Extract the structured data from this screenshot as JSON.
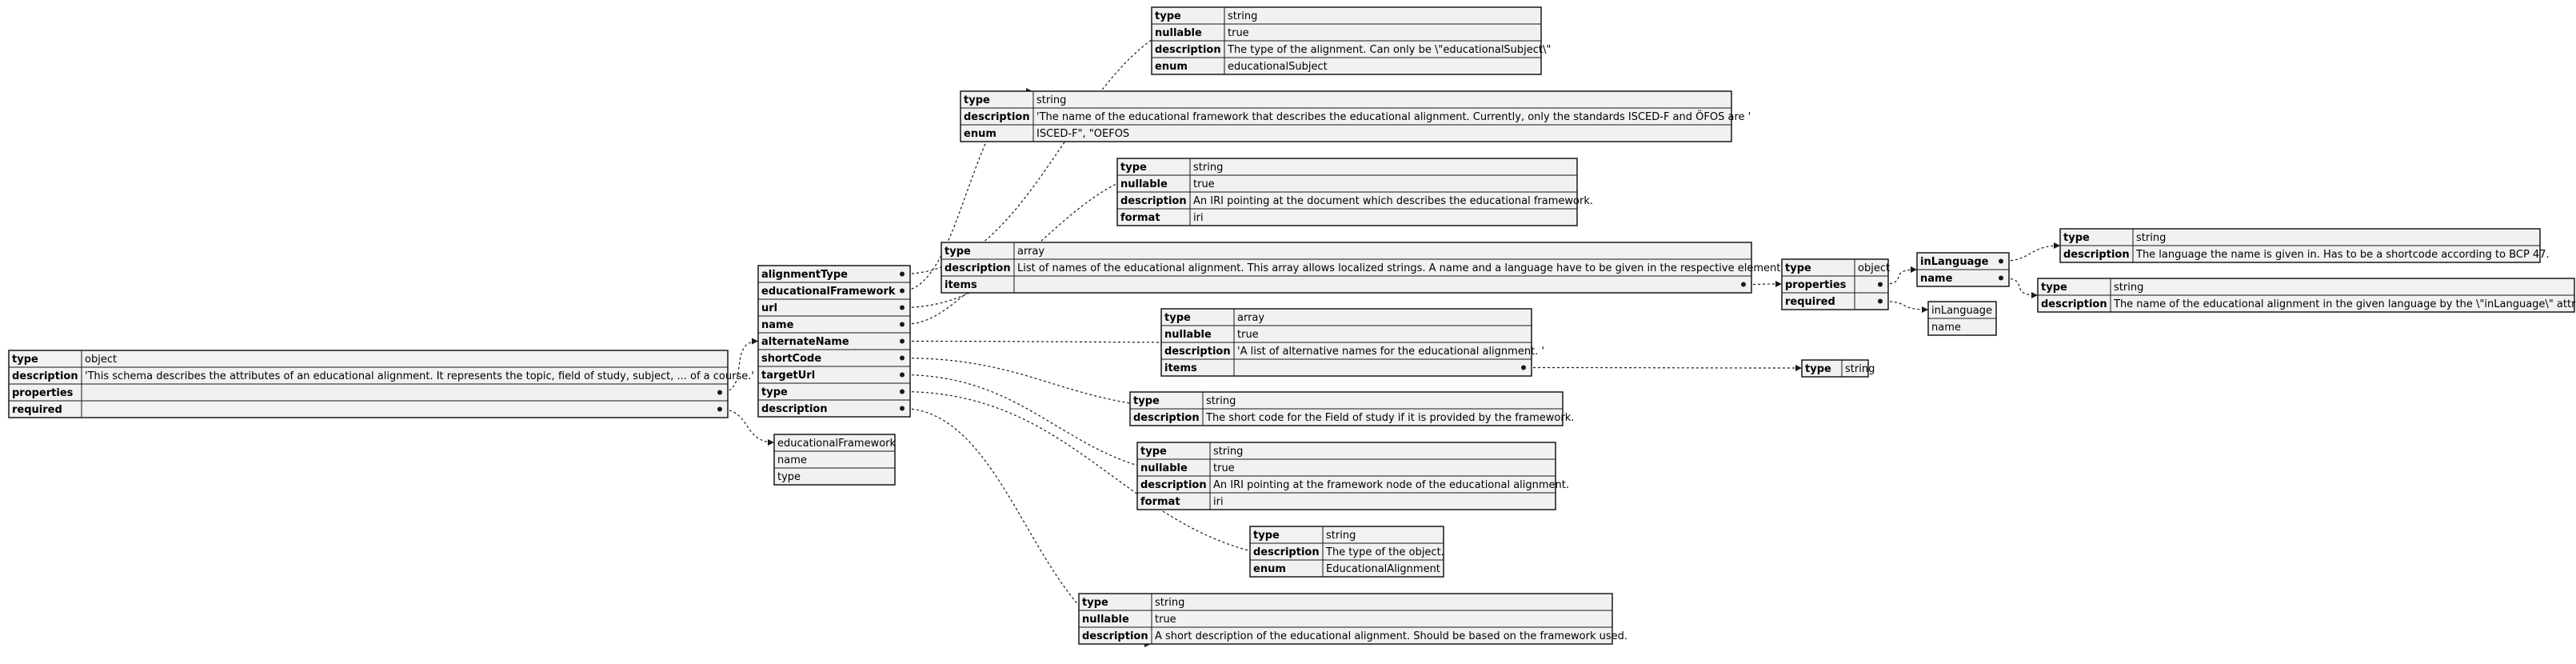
{
  "diagram": {
    "root": {
      "rows": [
        {
          "key": "type",
          "value": "object"
        },
        {
          "key": "description",
          "value": "'This schema describes the attributes of an educational alignment. It represents the topic, field of study, subject, ... of a course.'"
        },
        {
          "key": "properties",
          "value": ""
        },
        {
          "key": "required",
          "value": ""
        }
      ]
    },
    "root_required": [
      "educationalFramework",
      "name",
      "type"
    ],
    "properties": [
      "alignmentType",
      "educationalFramework",
      "url",
      "name",
      "alternateName",
      "shortCode",
      "targetUrl",
      "type",
      "description"
    ],
    "alignmentType": {
      "rows": [
        {
          "key": "type",
          "value": "string"
        },
        {
          "key": "nullable",
          "value": "true"
        },
        {
          "key": "description",
          "value": "The type of the alignment. Can only be \\\"educationalSubject\\\""
        },
        {
          "key": "enum",
          "value": "educationalSubject"
        }
      ]
    },
    "educationalFramework": {
      "rows": [
        {
          "key": "type",
          "value": "string"
        },
        {
          "key": "description",
          "value": "'The name of the educational framework that describes the educational alignment. Currently, only the standards ISCED-F and ÖFOS are '"
        },
        {
          "key": "enum",
          "value": "ISCED-F\", \"OEFOS"
        }
      ]
    },
    "url": {
      "rows": [
        {
          "key": "type",
          "value": "string"
        },
        {
          "key": "nullable",
          "value": "true"
        },
        {
          "key": "description",
          "value": "An IRI pointing at the document which describes the educational framework."
        },
        {
          "key": "format",
          "value": "iri"
        }
      ]
    },
    "name": {
      "rows": [
        {
          "key": "type",
          "value": "array"
        },
        {
          "key": "description",
          "value": "List of names of the educational alignment. This array allows localized strings. A name and a language have to be given in the respective element"
        },
        {
          "key": "items",
          "value": ""
        }
      ]
    },
    "name_items": {
      "rows": [
        {
          "key": "type",
          "value": "object"
        },
        {
          "key": "properties",
          "value": ""
        },
        {
          "key": "required",
          "value": ""
        }
      ]
    },
    "name_items_properties": [
      "inLanguage",
      "name"
    ],
    "name_items_required": [
      "inLanguage",
      "name"
    ],
    "inLanguage": {
      "rows": [
        {
          "key": "type",
          "value": "string"
        },
        {
          "key": "description",
          "value": "The language the name is given in. Has to be a shortcode according to BCP 47."
        }
      ]
    },
    "name_name": {
      "rows": [
        {
          "key": "type",
          "value": "string"
        },
        {
          "key": "description",
          "value": "The name of the educational alignment in the given language by the \\\"inLanguage\\\" attrib"
        }
      ]
    },
    "alternateName": {
      "rows": [
        {
          "key": "type",
          "value": "array"
        },
        {
          "key": "nullable",
          "value": "true"
        },
        {
          "key": "description",
          "value": "'A list of alternative names for the educational alignment. '"
        },
        {
          "key": "items",
          "value": ""
        }
      ]
    },
    "alternateName_items": {
      "rows": [
        {
          "key": "type",
          "value": "string"
        }
      ]
    },
    "shortCode": {
      "rows": [
        {
          "key": "type",
          "value": "string"
        },
        {
          "key": "description",
          "value": "The short code for the Field of study if it is provided by the framework."
        }
      ]
    },
    "targetUrl": {
      "rows": [
        {
          "key": "type",
          "value": "string"
        },
        {
          "key": "nullable",
          "value": "true"
        },
        {
          "key": "description",
          "value": "An IRI pointing at the framework node of the educational alignment."
        },
        {
          "key": "format",
          "value": "iri"
        }
      ]
    },
    "typeNode": {
      "rows": [
        {
          "key": "type",
          "value": "string"
        },
        {
          "key": "description",
          "value": "The type of the object."
        },
        {
          "key": "enum",
          "value": "EducationalAlignment"
        }
      ]
    },
    "descriptionNode": {
      "rows": [
        {
          "key": "type",
          "value": "string"
        },
        {
          "key": "nullable",
          "value": "true"
        },
        {
          "key": "description",
          "value": "A short description of the educational alignment. Should be based on the framework used."
        }
      ]
    }
  }
}
